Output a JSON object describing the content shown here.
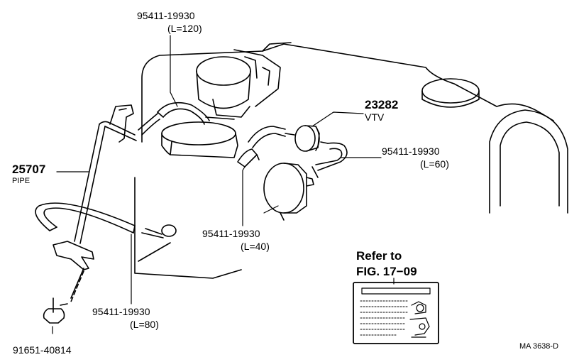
{
  "labels": {
    "hose_top_part": "95411-19930",
    "hose_top_len": "(L=120)",
    "vtv_part": "23282",
    "vtv_name": "VTV",
    "hose_right_part": "95411-19930",
    "hose_right_len": "(L=60)",
    "pipe_part": "25707",
    "pipe_name": "PIPE",
    "hose_mid_part": "95411-19930",
    "hose_mid_len": "(L=40)",
    "hose_bottom_part": "95411-19930",
    "hose_bottom_len": "(L=80)",
    "bolt_part": "91651-40814",
    "refer_line1": "Refer to",
    "refer_line2": "FIG. 17−09",
    "drawing_code": "MA 3638-D"
  },
  "colors": {
    "ink": "#000000",
    "paper": "#ffffff"
  }
}
